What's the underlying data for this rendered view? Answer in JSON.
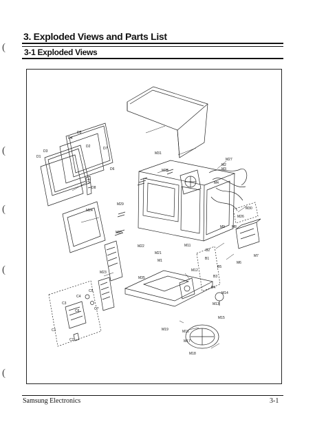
{
  "section_title": "3. Exploded Views and Parts List",
  "subsection_title": "3-1 Exploded Views",
  "footer": {
    "left": "Samsung Electronics",
    "right": "3-1"
  },
  "diagram": {
    "callouts": [
      "D5",
      "D4",
      "D7",
      "D3",
      "D1",
      "D2",
      "D6",
      "D8",
      "M31",
      "M28",
      "M27",
      "M2",
      "M3",
      "M4",
      "M30",
      "M26",
      "M24",
      "M25",
      "M22",
      "M11",
      "M1",
      "M21",
      "M29",
      "M9",
      "M35",
      "M8",
      "M12",
      "M13",
      "M7",
      "M6",
      "M23",
      "B1",
      "B2",
      "B3",
      "B4",
      "B5",
      "M14",
      "M15",
      "M16",
      "M17",
      "M18",
      "M19",
      "C1",
      "C2",
      "C3",
      "C4",
      "C5",
      "C6",
      "C7"
    ]
  }
}
